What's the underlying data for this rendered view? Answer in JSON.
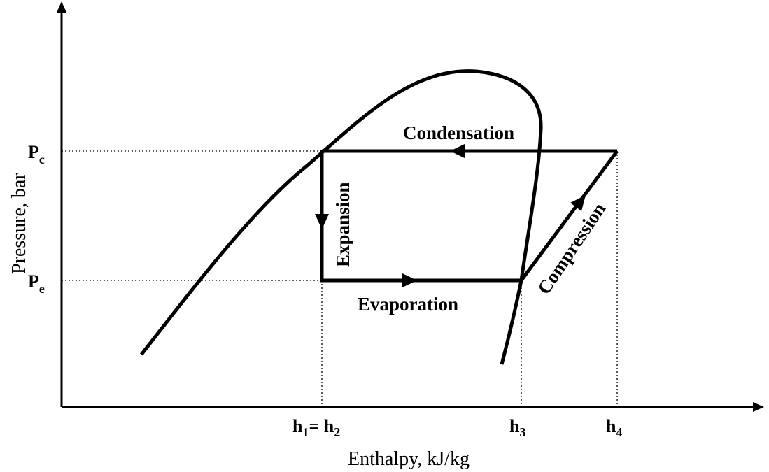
{
  "axes": {
    "x_label": "Enthalpy, kJ/kg",
    "y_label": "Pressure, bar"
  },
  "pressure_levels": {
    "condenser": {
      "main": "P",
      "sub": "c"
    },
    "evaporator": {
      "main": "P",
      "sub": "e"
    }
  },
  "enthalpy_points": {
    "h1": {
      "main": "h",
      "sub": "1"
    },
    "equals": "= ",
    "h2": {
      "main": "h",
      "sub": "2"
    },
    "h3": {
      "main": "h",
      "sub": "3"
    },
    "h4": {
      "main": "h",
      "sub": "4"
    }
  },
  "processes": {
    "condensation": "Condensation",
    "expansion": "Expansion",
    "evaporation": "Evaporation",
    "compression": "Compression"
  },
  "colors": {
    "ink": "#000000",
    "background": "#ffffff"
  }
}
